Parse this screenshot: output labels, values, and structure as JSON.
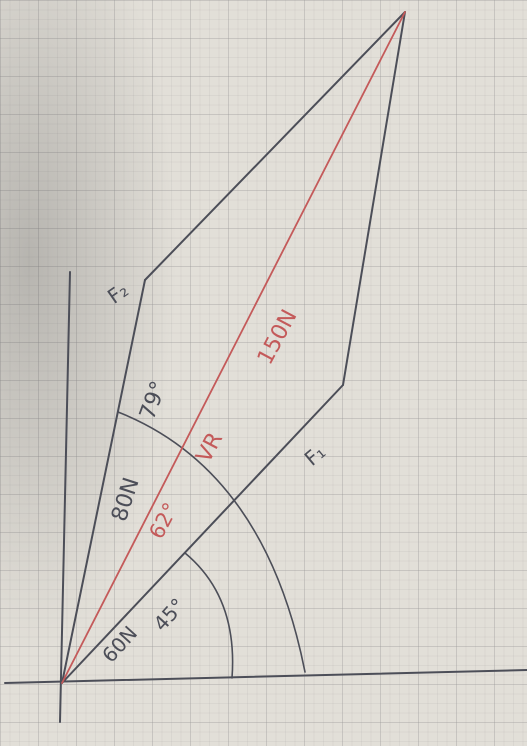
{
  "labels": {
    "f2": "F₂",
    "f1": "F₁",
    "resultant_name": "VR",
    "resultant_mag": "150N",
    "f2_mag": "80N",
    "f1_mag": "60N",
    "angle_f2": "79°",
    "angle_r": "62°",
    "angle_f1": "45°"
  },
  "colors": {
    "pencil": "#4c4e58",
    "red": "#c45a5a",
    "paper": "#e2dfd8"
  }
}
